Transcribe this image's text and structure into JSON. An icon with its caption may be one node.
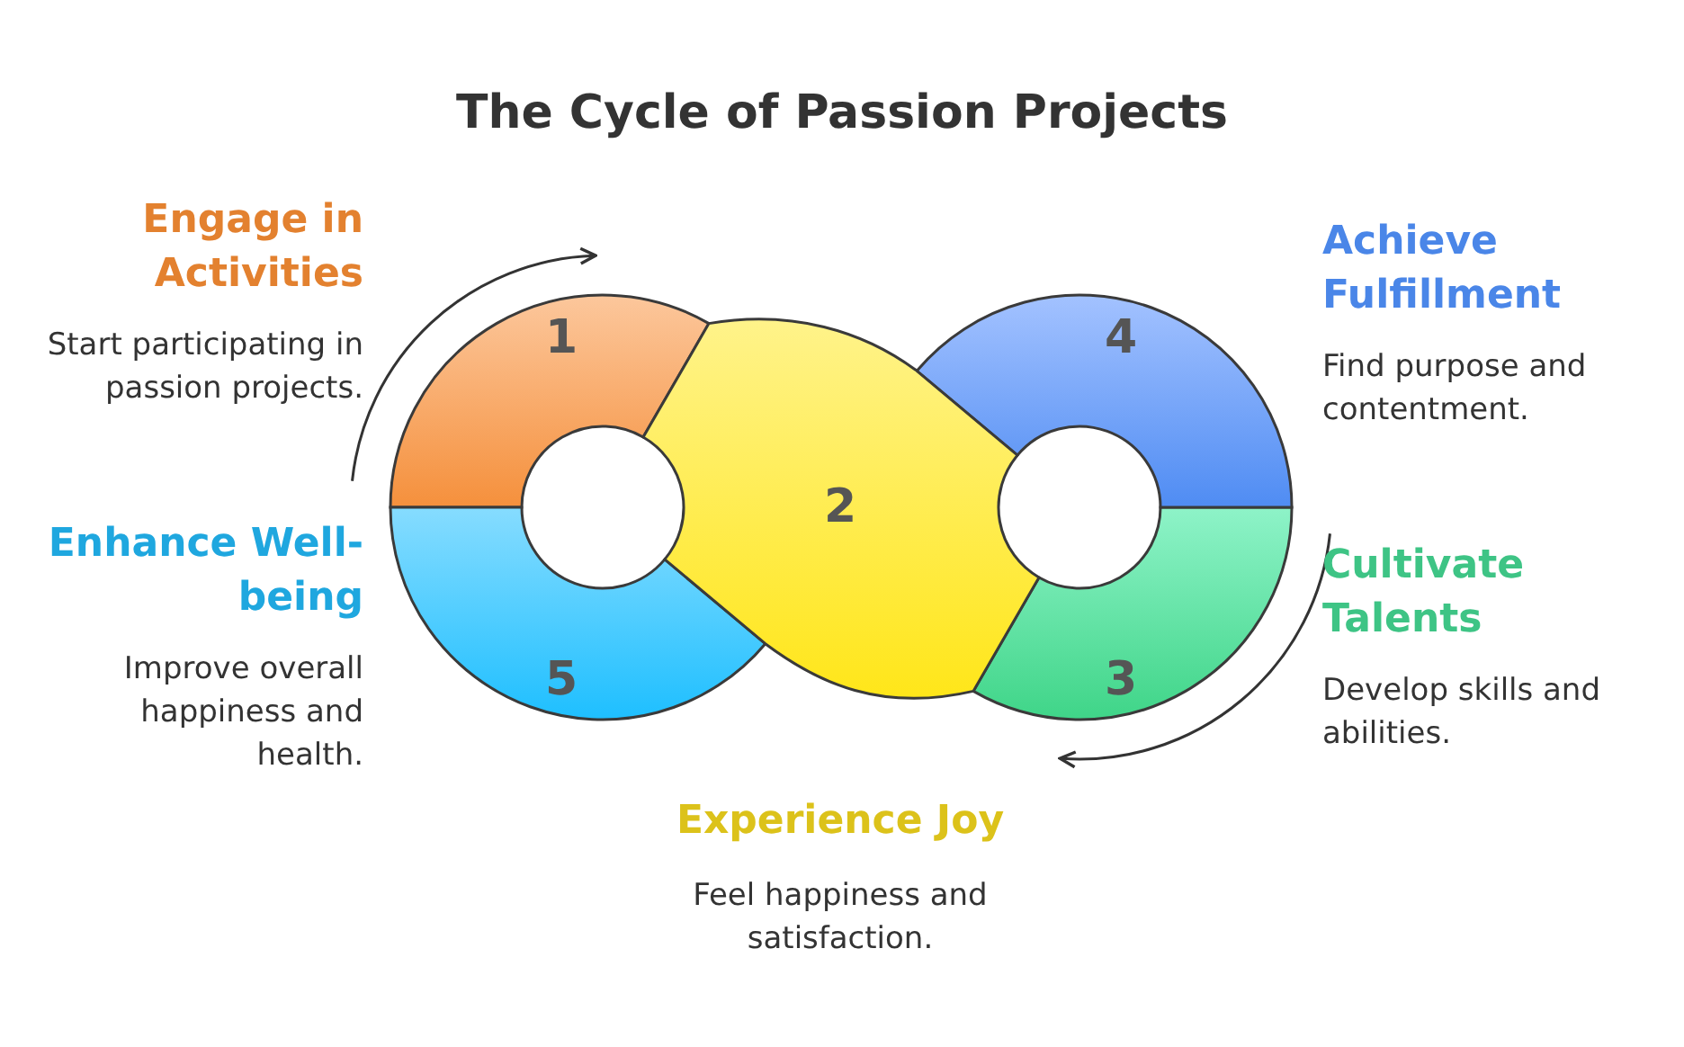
{
  "diagram": {
    "title": "The Cycle of Passion Projects",
    "nodes": [
      {
        "text": [
          "1"
        ],
        "beside": [
          "Engage in Activities",
          "Start participating in passion projects."
        ]
      },
      {
        "text": [
          "2"
        ],
        "beside": [
          "Experience Joy",
          "Feel happiness and satisfaction."
        ]
      },
      {
        "text": [
          "3"
        ],
        "beside": [
          "Cultivate Talents",
          "Develop skills and abilities."
        ]
      },
      {
        "text": [
          "4"
        ],
        "beside": [
          "Achieve Fulfillment",
          "Find purpose and contentment."
        ]
      },
      {
        "text": [
          "5"
        ],
        "beside": [
          "Enhance Well-being",
          "Improve overall happiness and health."
        ]
      }
    ],
    "edges": []
  }
}
